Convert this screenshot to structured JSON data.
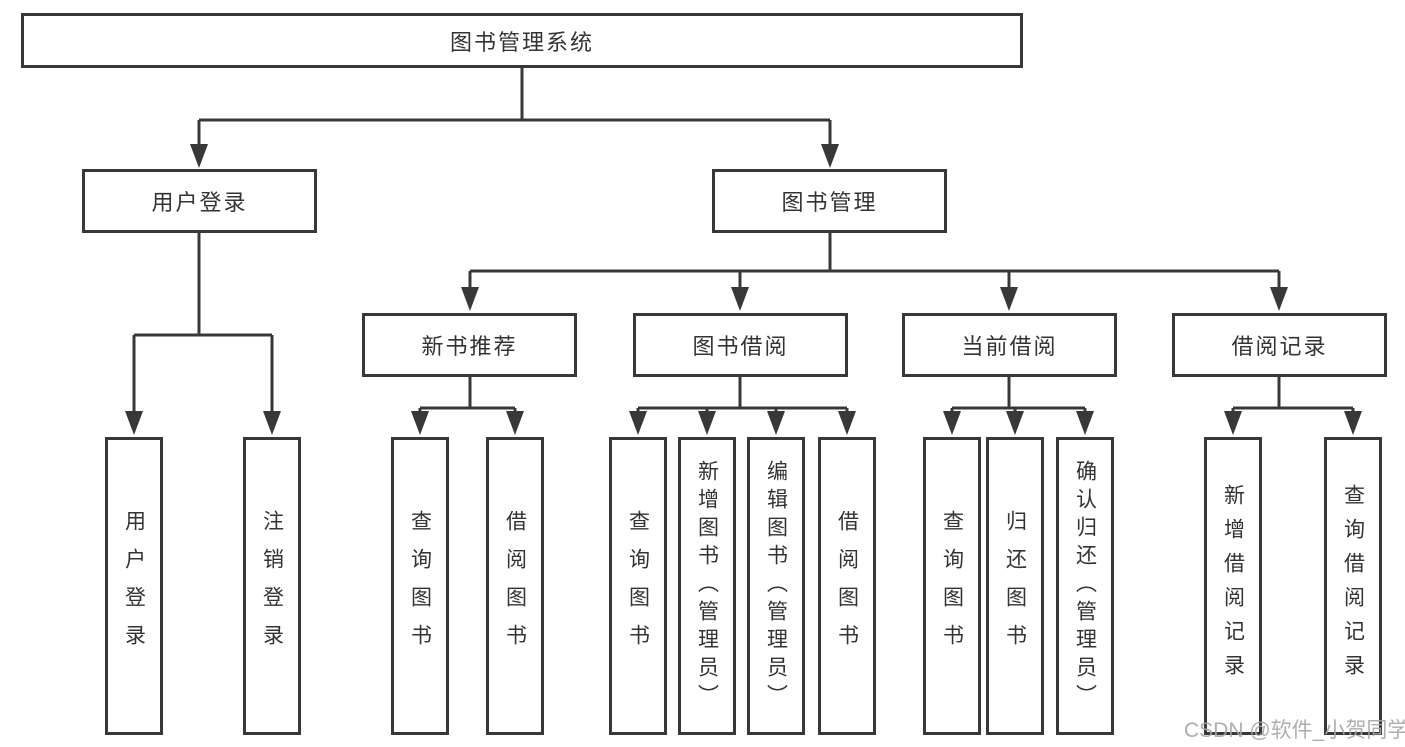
{
  "tree": {
    "root": {
      "label": "图书管理系统"
    },
    "children": [
      {
        "label": "用户登录",
        "leaves": [
          {
            "label": "用户登录"
          },
          {
            "label": "注销登录"
          }
        ]
      },
      {
        "label": "图书管理",
        "children": [
          {
            "label": "新书推荐",
            "leaves": [
              {
                "label": "查询图书"
              },
              {
                "label": "借阅图书"
              }
            ]
          },
          {
            "label": "图书借阅",
            "leaves": [
              {
                "label": "查询图书"
              },
              {
                "label": "新增图书（管理员）"
              },
              {
                "label": "编辑图书（管理员）"
              },
              {
                "label": "借阅图书"
              }
            ]
          },
          {
            "label": "当前借阅",
            "leaves": [
              {
                "label": "查询图书"
              },
              {
                "label": "归还图书"
              },
              {
                "label": "确认归还（管理员）"
              }
            ]
          },
          {
            "label": "借阅记录",
            "leaves": [
              {
                "label": "新增借阅记录"
              },
              {
                "label": "查询借阅记录"
              }
            ]
          }
        ]
      }
    ]
  },
  "watermark": {
    "text": "CSDN @软件_小贺同学",
    "color": "#a6a6a6"
  },
  "colors": {
    "line": "#383838",
    "box_border": "#383838",
    "text": "#333333",
    "background": "#ffffff"
  }
}
